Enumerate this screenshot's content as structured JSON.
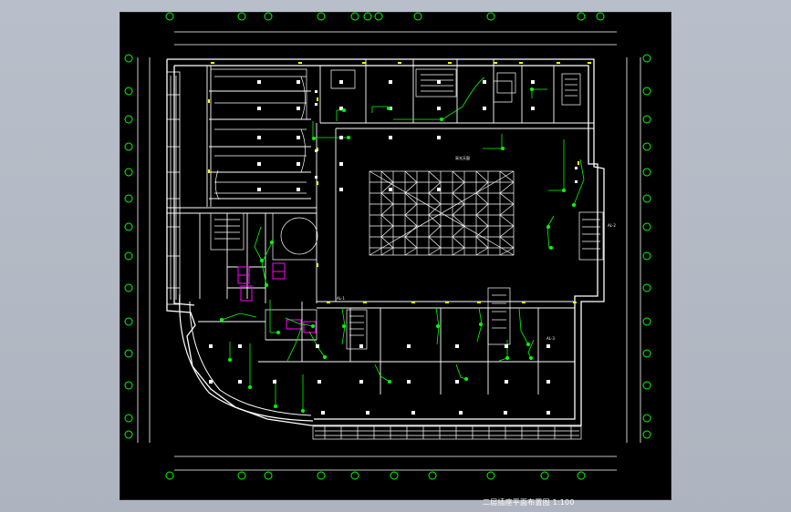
{
  "drawing": {
    "title": "二层插座平面布置图",
    "scale": "1:100"
  },
  "colors": {
    "viewport_bg": "#b2b8c3",
    "paper": "#000000",
    "wall": "#ffffff",
    "dim": "#ffffff",
    "axis": "#00ff00",
    "wire": "#00ff00",
    "stair": "#ffffff",
    "accent": "#ffff00",
    "magenta": "#ff00ff"
  },
  "icons": {
    "outlet": "outlet-icon",
    "fixture": "fixture-icon"
  },
  "annotations": {
    "skylight_label": "采光天窗",
    "east_panel": "AL-2",
    "west_panel": "AL-1",
    "south_panel": "AL-3"
  }
}
